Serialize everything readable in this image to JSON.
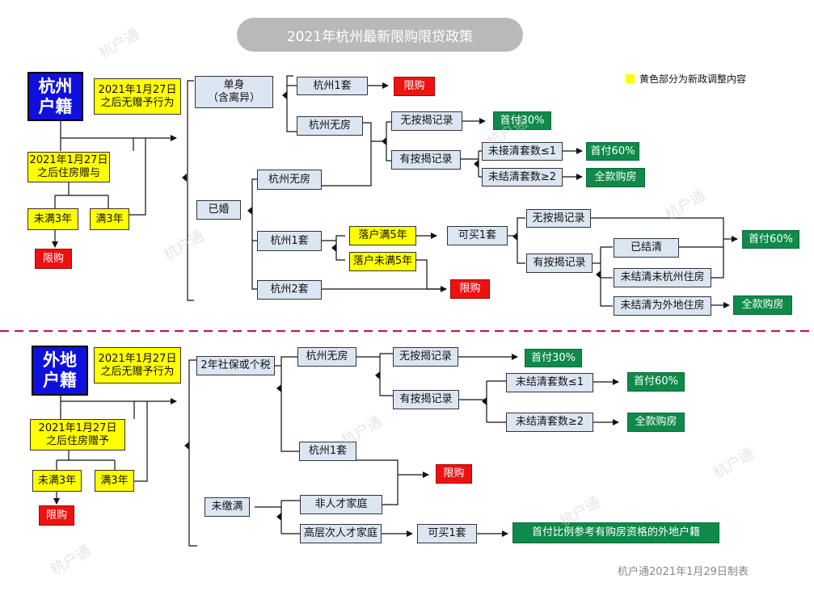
{
  "title": "2021年杭州最新限购限贷政策",
  "legend": "黄色部分为新政调整内容",
  "footer": "杭户通2021年1月29日制表",
  "watermark": "杭户通",
  "colors": {
    "new_policy": "#ffff00",
    "outcome_ok": "#0f8a4a",
    "outcome_block": "#ee1111",
    "registry": "#1010dd",
    "node": "#dce6f2"
  },
  "hz": {
    "registry": "杭州\n户籍",
    "nogift": "2021年1月27日\n之后无赠予行为",
    "gift": "2021年1月27日\n之后住房赠与",
    "lt3": "未满3年",
    "ge3": "满3年",
    "restrict_lt3": "限购",
    "single": "单身\n（含离异）",
    "single_hz1": "杭州1套",
    "single_hz1_out": "限购",
    "single_none": "杭州无房",
    "no_mortgage": "无按揭记录",
    "no_mortgage_out": "首付30%",
    "has_mortgage": "有按揭记录",
    "uncleared_le1": "未接清套数≤1",
    "uncleared_le1_out": "首付60%",
    "uncleared_ge2": "未结清套数≥2",
    "uncleared_ge2_out": "全款购房",
    "married": "已婚",
    "m_none": "杭州无房",
    "m_hz1": "杭州1套",
    "m_hz2": "杭州2套",
    "settled5": "落户满5年",
    "not_settled5": "落户未满5年",
    "can_buy1": "可买1套",
    "b_no_mortgage": "无按揭记录",
    "b_has_mortgage": "有按揭记录",
    "cleared": "已结清",
    "uncleared_nonhz": "未结清未杭州住房",
    "b_out60": "首付60%",
    "uncleared_other": "未结清为外地住房",
    "uncleared_other_out": "全款购房",
    "m_restrict": "限购"
  },
  "wd": {
    "registry": "外地\n户籍",
    "nogift": "2021年1月27日\n之后无赠予行为",
    "gift": "2021年1月27日\n之后住房赠予",
    "lt3": "未满3年",
    "ge3": "满3年",
    "restrict_lt3": "限购",
    "social": "2年社保或个税",
    "none": "杭州无房",
    "no_mortgage": "无按揭记录",
    "no_mortgage_out": "首付30%",
    "has_mortgage": "有按揭记录",
    "uncleared_le1": "未结清套数≤1",
    "uncleared_le1_out": "首付60%",
    "uncleared_ge2": "未结清套数≥2",
    "uncleared_ge2_out": "全款购房",
    "hz1": "杭州1套",
    "restrict": "限购",
    "unpaid": "未缴满",
    "non_talent": "非人才家庭",
    "talent": "高层次人才家庭",
    "can_buy1": "可买1套",
    "talent_out": "首付比例参考有购房资格的外地户籍"
  }
}
